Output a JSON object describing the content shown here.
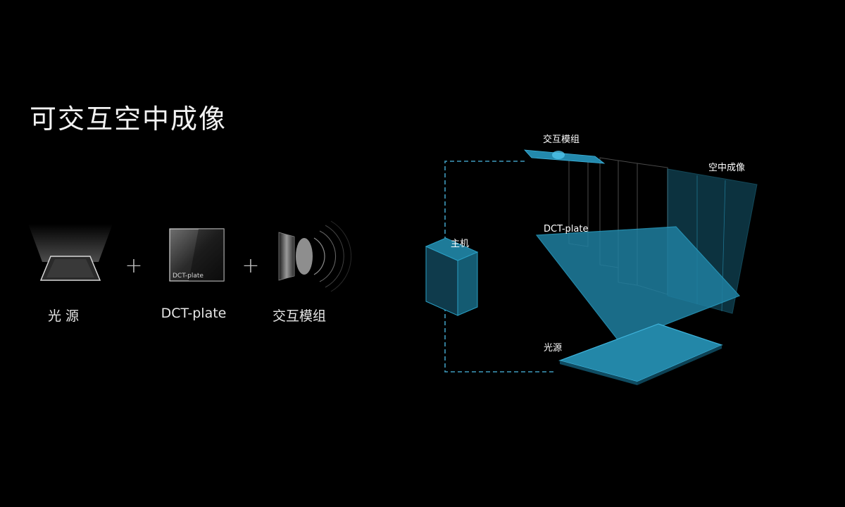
{
  "title": "可交互空中成像",
  "components": {
    "light_source": {
      "label": "光 源"
    },
    "dct_plate": {
      "label": "DCT-plate",
      "card_label": "DCT-plate"
    },
    "interaction_module": {
      "label": "交互模组"
    },
    "plus_symbol": "+"
  },
  "diagram": {
    "host_label": "主机",
    "interaction_module_label": "交互模组",
    "aerial_image_label": "空中成像",
    "dct_plate_label": "DCT-plate",
    "light_source_label": "光源"
  },
  "colors": {
    "background": "#000000",
    "accent_cyan": "#2a9fc4",
    "panel_fill": "#1b6f8c",
    "dashed_line": "#3f9bbd"
  }
}
